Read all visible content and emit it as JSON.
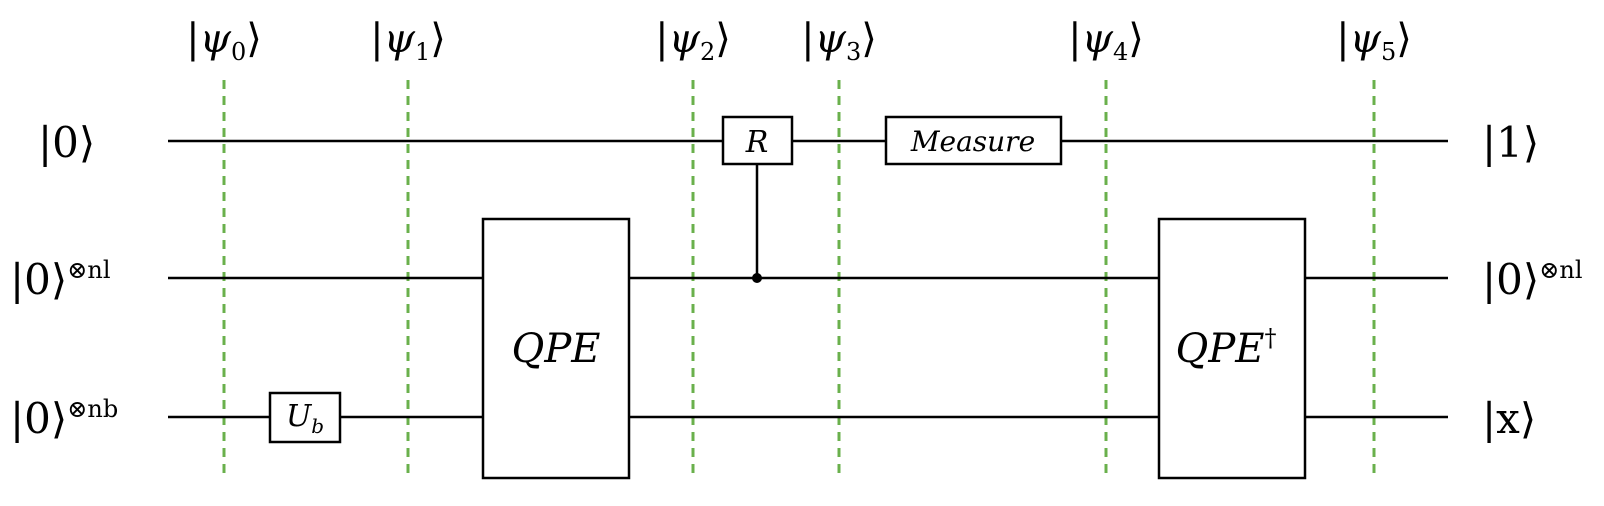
{
  "diagram": {
    "barriers": [
      {
        "id": "psi0",
        "label": "|ψ0⟩",
        "prefix": "|",
        "symbol": "ψ",
        "sub": "0",
        "suffix": "⟩"
      },
      {
        "id": "psi1",
        "label": "|ψ1⟩",
        "prefix": "|",
        "symbol": "ψ",
        "sub": "1",
        "suffix": "⟩"
      },
      {
        "id": "psi2",
        "label": "|ψ2⟩",
        "prefix": "|",
        "symbol": "ψ",
        "sub": "2",
        "suffix": "⟩"
      },
      {
        "id": "psi3",
        "label": "|ψ3⟩",
        "prefix": "|",
        "symbol": "ψ",
        "sub": "3",
        "suffix": "⟩"
      },
      {
        "id": "psi4",
        "label": "|ψ4⟩",
        "prefix": "|",
        "symbol": "ψ",
        "sub": "4",
        "suffix": "⟩"
      },
      {
        "id": "psi5",
        "label": "|ψ5⟩",
        "prefix": "|",
        "symbol": "ψ",
        "sub": "5",
        "suffix": "⟩"
      }
    ],
    "wires": [
      {
        "id": "ancilla",
        "input": "|0⟩",
        "input_sup": "",
        "output": "|1⟩",
        "output_sup": ""
      },
      {
        "id": "clock",
        "input": "|0⟩",
        "input_sup": "⊗nl",
        "output": "|0⟩",
        "output_sup": "⊗nl"
      },
      {
        "id": "b-register",
        "input": "|0⟩",
        "input_sup": "⊗nb",
        "output": "|x⟩",
        "output_sup": ""
      }
    ],
    "gates": {
      "ub": {
        "label": "U",
        "sub": "b"
      },
      "qpe": {
        "label": "QPE"
      },
      "r": {
        "label": "R"
      },
      "measure": {
        "label": "Measure"
      },
      "qpe_dagger": {
        "label": "QPE",
        "sup": "†"
      }
    },
    "colors": {
      "barrier": "#6ab04c",
      "wire": "#000000",
      "gate_fill": "#ffffff"
    }
  }
}
